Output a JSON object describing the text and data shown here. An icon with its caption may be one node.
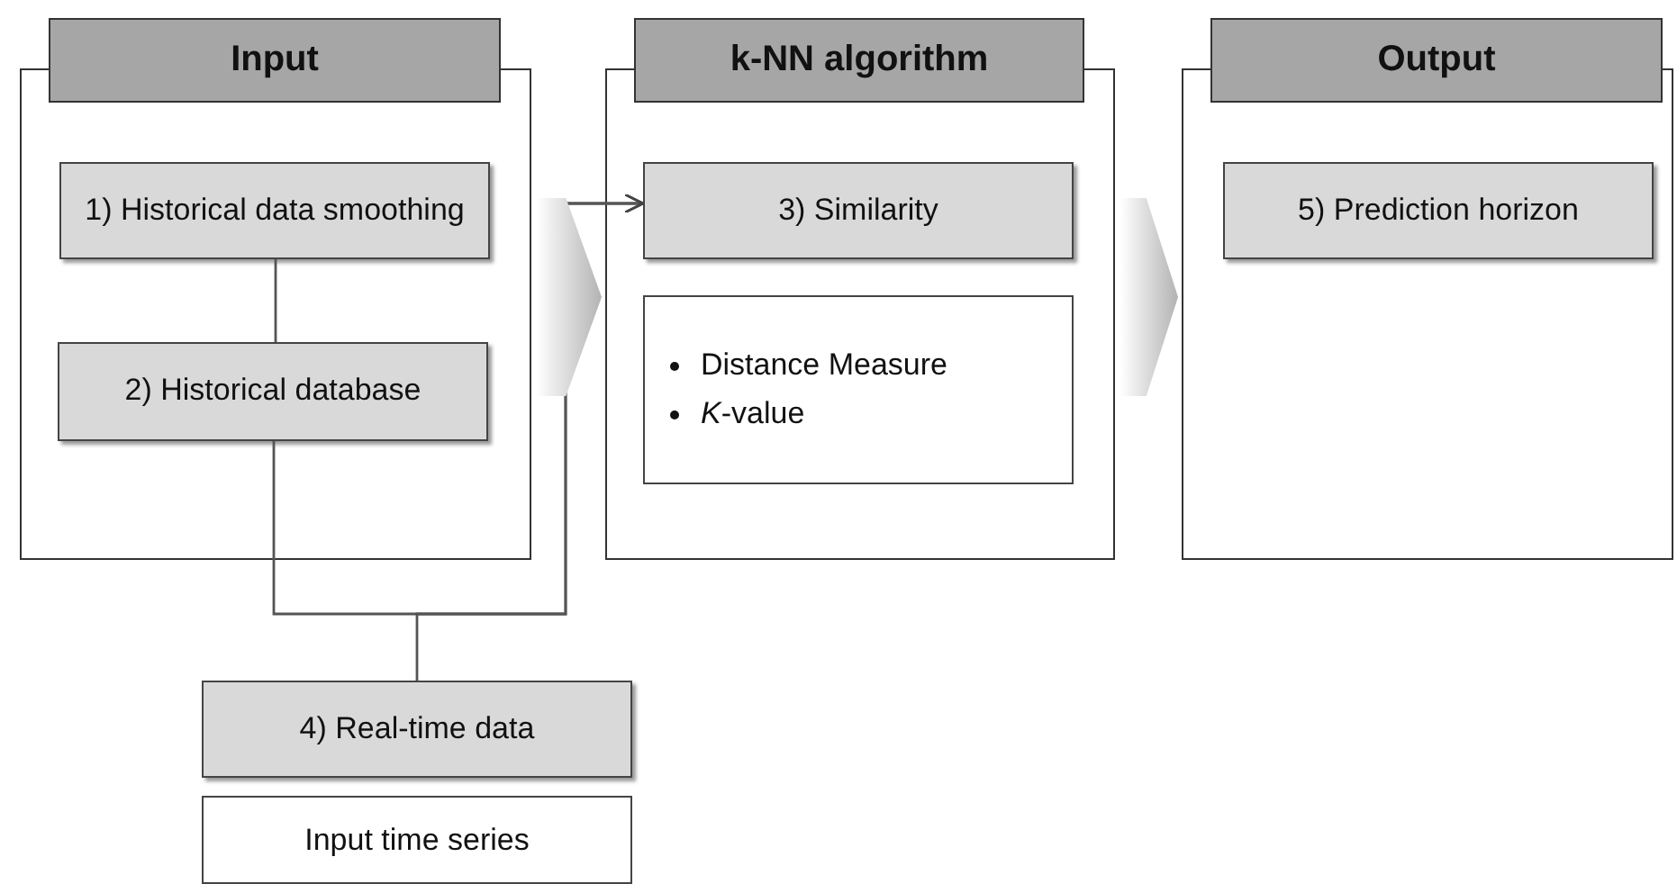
{
  "diagram": {
    "nodes": [
      {
        "text": [
          "Input"
        ]
      },
      {
        "text": [
          "1) Historical  data smoothing"
        ],
        "in": 0
      },
      {
        "text": [
          "2) Historical database"
        ],
        "in": 0
      },
      {
        "text": [
          "k-NN algorithm"
        ]
      },
      {
        "text": [
          "3) Similarity"
        ],
        "in": 3
      },
      {
        "text": [
          "Distance Measure",
          "*K*-value"
        ],
        "in": 3
      },
      {
        "text": [
          "Output"
        ]
      },
      {
        "text": [
          "5) Prediction horizon"
        ],
        "in": 6
      },
      {
        "text": [
          "4) Real-time data"
        ]
      },
      {
        "text": [
          "Input time series"
        ]
      }
    ],
    "edges": [
      {
        "from": 1,
        "to": 2,
        "arrow": "none"
      },
      {
        "from": 2,
        "to": 4,
        "arrow": "to"
      },
      {
        "from": 8,
        "to": 4,
        "arrow": "to"
      },
      {
        "from": 0,
        "to": 3,
        "arrow": "to",
        "style": "thick"
      },
      {
        "from": 3,
        "to": 6,
        "arrow": "to",
        "style": "thick"
      }
    ]
  }
}
